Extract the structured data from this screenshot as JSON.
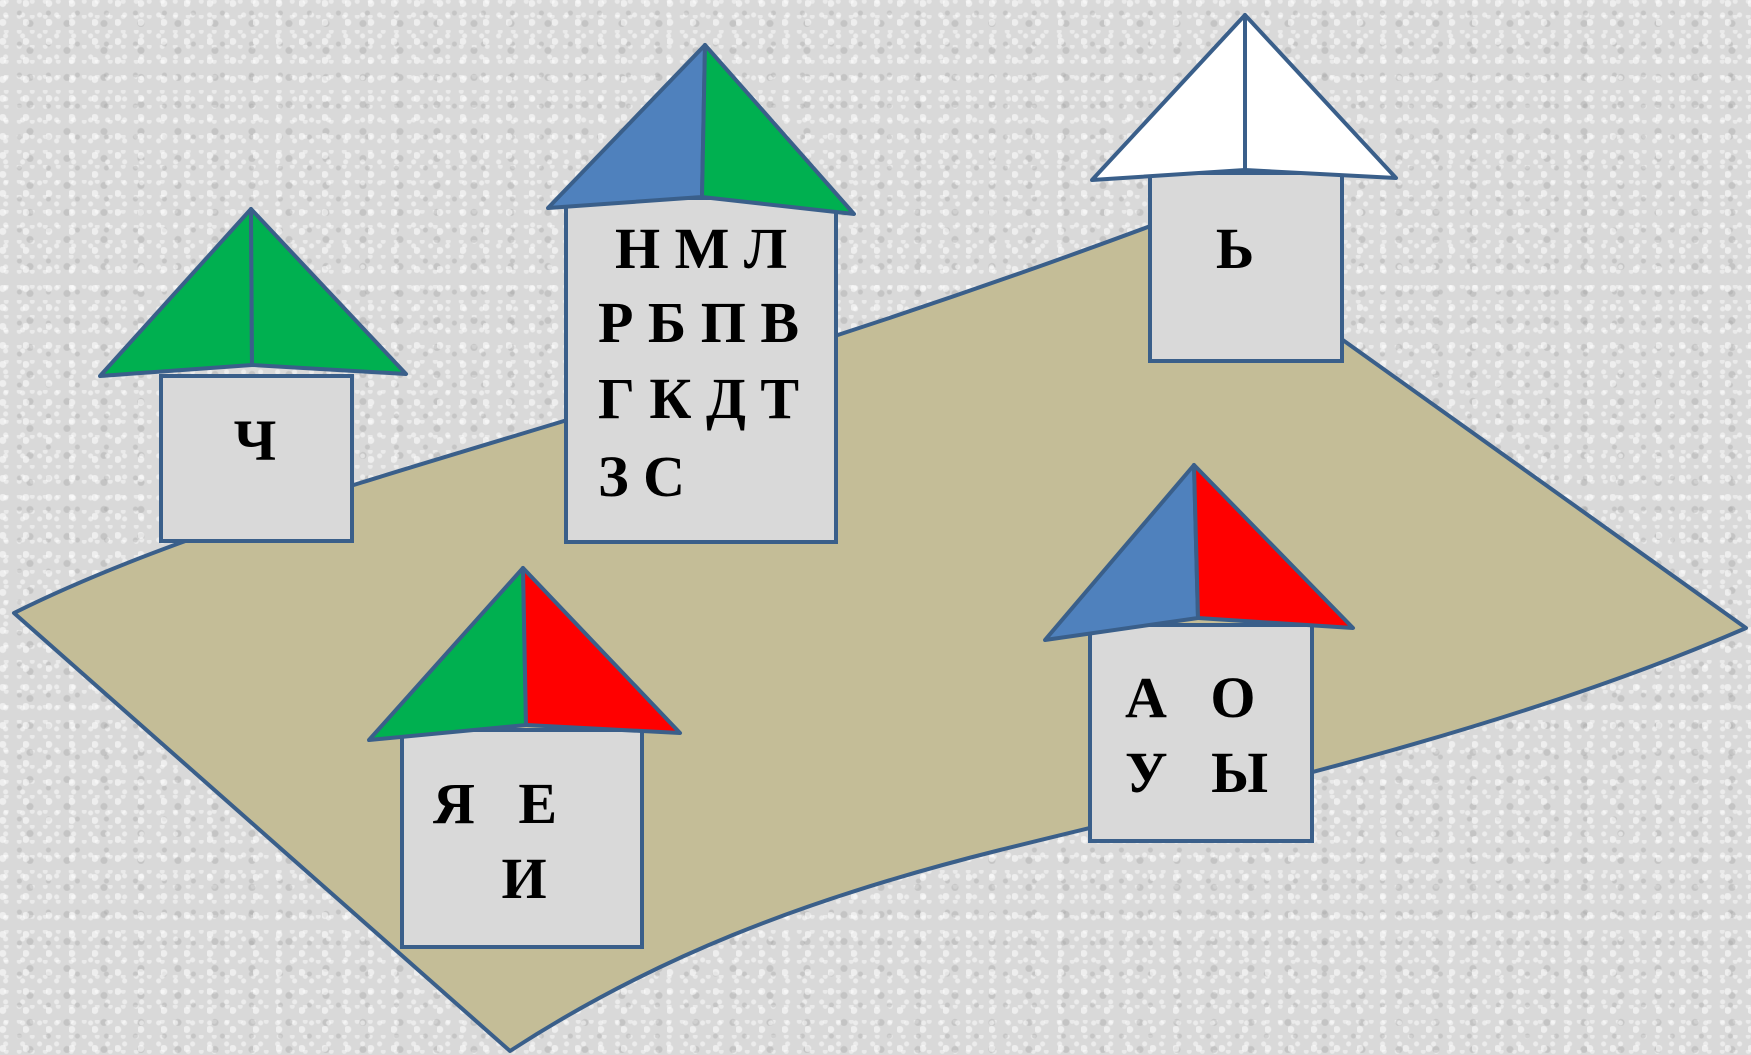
{
  "colors": {
    "ground": "#c4bd97",
    "outline": "#3a5f8a",
    "wall": "#d9d9d9",
    "green": "#00b050",
    "blue": "#4f81bd",
    "red": "#ff0000",
    "white": "#ffffff"
  },
  "houses": {
    "ch": {
      "roof_left": "green",
      "roof_right": "green",
      "lines": [
        "Ч"
      ]
    },
    "consonants": {
      "roof_left": "blue",
      "roof_right": "green",
      "lines": [
        "Н М Л",
        "Р Б П В",
        "Г К Д Т",
        "З С"
      ]
    },
    "soft_sign": {
      "roof_left": "white",
      "roof_right": "white",
      "lines": [
        "Ь"
      ]
    },
    "soft_vowels": {
      "roof_left": "green",
      "roof_right": "red",
      "lines": [
        "Я   Е",
        "И"
      ]
    },
    "hard_vowels": {
      "roof_left": "blue",
      "roof_right": "red",
      "lines": [
        "А   О",
        "У   Ы"
      ]
    }
  }
}
